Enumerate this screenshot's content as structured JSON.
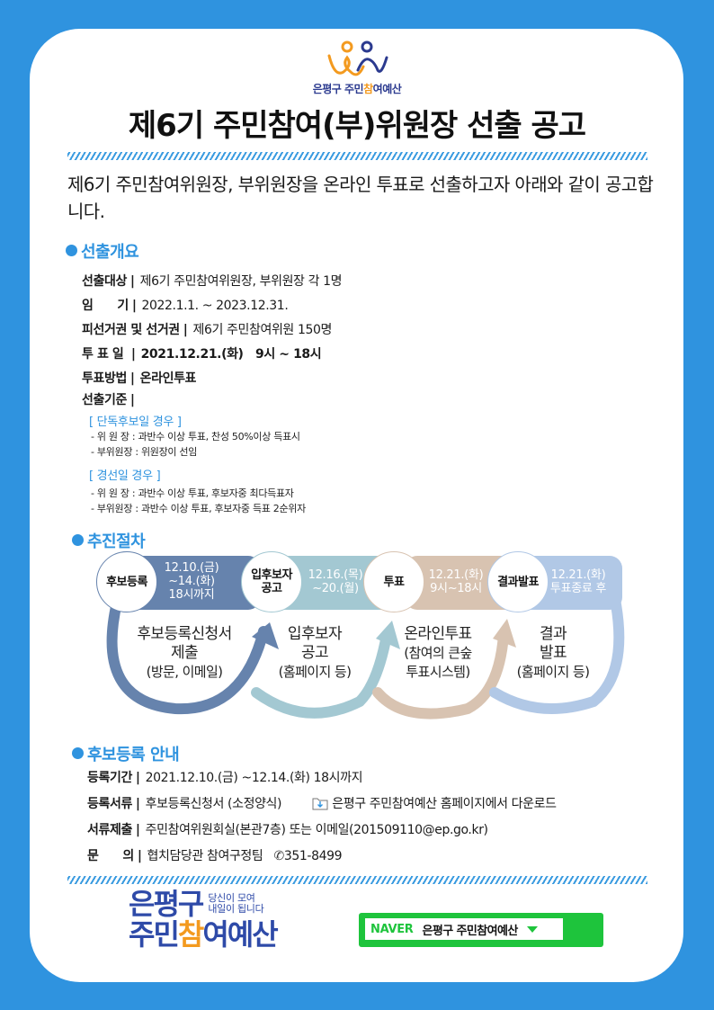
{
  "header": {
    "logo_text_pre": "은평구 주민",
    "logo_text_accent": "참",
    "logo_text_post": "여예산",
    "title": "제6기 주민참여(부)위원장 선출 공고"
  },
  "intro": "제6기 주민참여위원장, 부위원장을  온라인 투표로 선출하고자 아래와 같이 공고합니다.",
  "overview": {
    "heading": "선출개요",
    "rows": [
      {
        "key": "선출대상",
        "value": "제6기 주민참여위원장, 부위원장 각 1명"
      },
      {
        "key": "임      기",
        "value": "2022.1.1. ~ 2023.12.31."
      },
      {
        "key": "피선거권 및 선거권",
        "value": "제6기 주민참여위원 150명"
      },
      {
        "key": "투 표 일 ",
        "value": "2021.12.21.(화)   9시 ~ 18시"
      },
      {
        "key": "투표방법",
        "value": "온라인투표"
      },
      {
        "key": "선출기준",
        "value": ""
      }
    ],
    "criteria": [
      {
        "label": "[ 단독후보일 경우 ]",
        "items": [
          "- 위 원 장  : 과반수 이상 투표, 찬성 50%이상 득표시",
          "- 부위원장 : 위원장이 선임"
        ]
      },
      {
        "label": "[ 경선일 경우 ]",
        "items": [
          "- 위 원 장  : 과반수 이상 투표, 후보자중 최다득표자",
          "- 부위원장 : 과반수 이상 투표, 후보자중 득표 2순위자"
        ]
      }
    ]
  },
  "procedure": {
    "heading": "추진절차",
    "steps": [
      {
        "circle": "후보등록",
        "date_lines": [
          "12.10.(금)",
          "~14.(화)",
          "18시까지"
        ],
        "desc_lines": [
          "후보등록신청서",
          "제출",
          "(방문, 이메일)"
        ],
        "color": "#6683ad"
      },
      {
        "circle_lines": [
          "입후보자",
          "공고"
        ],
        "date_lines": [
          "12.16.(목)",
          "~20.(월)"
        ],
        "desc_lines": [
          "입후보자",
          "공고",
          "(홈페이지 등)"
        ],
        "color": "#a3c8d2"
      },
      {
        "circle": "투표",
        "date_lines": [
          "12.21.(화)",
          "9시~18시"
        ],
        "desc_lines": [
          "온라인투표",
          "(참여의 큰숲",
          "투표시스템)"
        ],
        "color": "#d8c3b1"
      },
      {
        "circle": "결과발표",
        "date_lines": [
          "12.21.(화)",
          "투표종료 후"
        ],
        "desc_lines": [
          "결과",
          "발표",
          "(홈페이지 등)"
        ],
        "color": "#b1c8e6"
      }
    ]
  },
  "registration": {
    "heading": "후보등록 안내",
    "rows": [
      {
        "key": "등록기간",
        "value": "2021.12.10.(금) ~12.14.(화) 18시까지"
      },
      {
        "key": "등록서류",
        "value": "후보등록신청서 (소정양식)",
        "extra": "은평구 주민참여예산 홈페이지에서 다운로드"
      },
      {
        "key": "서류제출",
        "value": "주민참여위원회실(본관7층) 또는 이메일(201509110@ep.go.kr)"
      },
      {
        "key": "문      의",
        "value": "협치담당관 참여구정팀",
        "phone": "351-8499"
      }
    ]
  },
  "footer": {
    "logo_line1": "은평구",
    "logo_line2_pre": "주민",
    "logo_line2_accent": "참",
    "logo_line2_post": "여예산",
    "slogan_line1": "당신이 모여",
    "slogan_line2": "내일이 됩니다",
    "search_brand": "NAVER",
    "search_query": "은평구 주민참여예산"
  },
  "colors": {
    "frame": "#2f93df",
    "accent": "#2f93df",
    "logo_orange": "#f39a1f",
    "logo_navy": "#2e4aa8",
    "naver_green": "#1ec43c"
  }
}
